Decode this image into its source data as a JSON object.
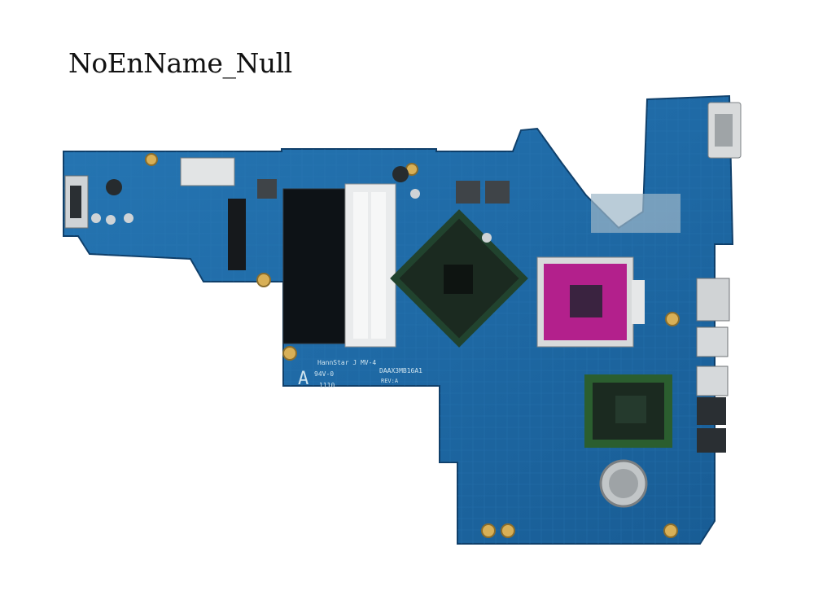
{
  "watermark": "NoEnName_Null",
  "silkscreen": {
    "maker": "HannStar J MV-4",
    "rating": "94V-0",
    "date_code": "1110",
    "board_label": "A",
    "part_no": "DAAX3MB16A1",
    "revision": "REV:A"
  },
  "colors": {
    "pcb": "#1f6aa6",
    "pcb_dark": "#174f82",
    "cpu_socket": "#b3208c",
    "chip": "#1b2a20",
    "ram_slot": "#101418",
    "port_metal": "#c9ccce"
  }
}
